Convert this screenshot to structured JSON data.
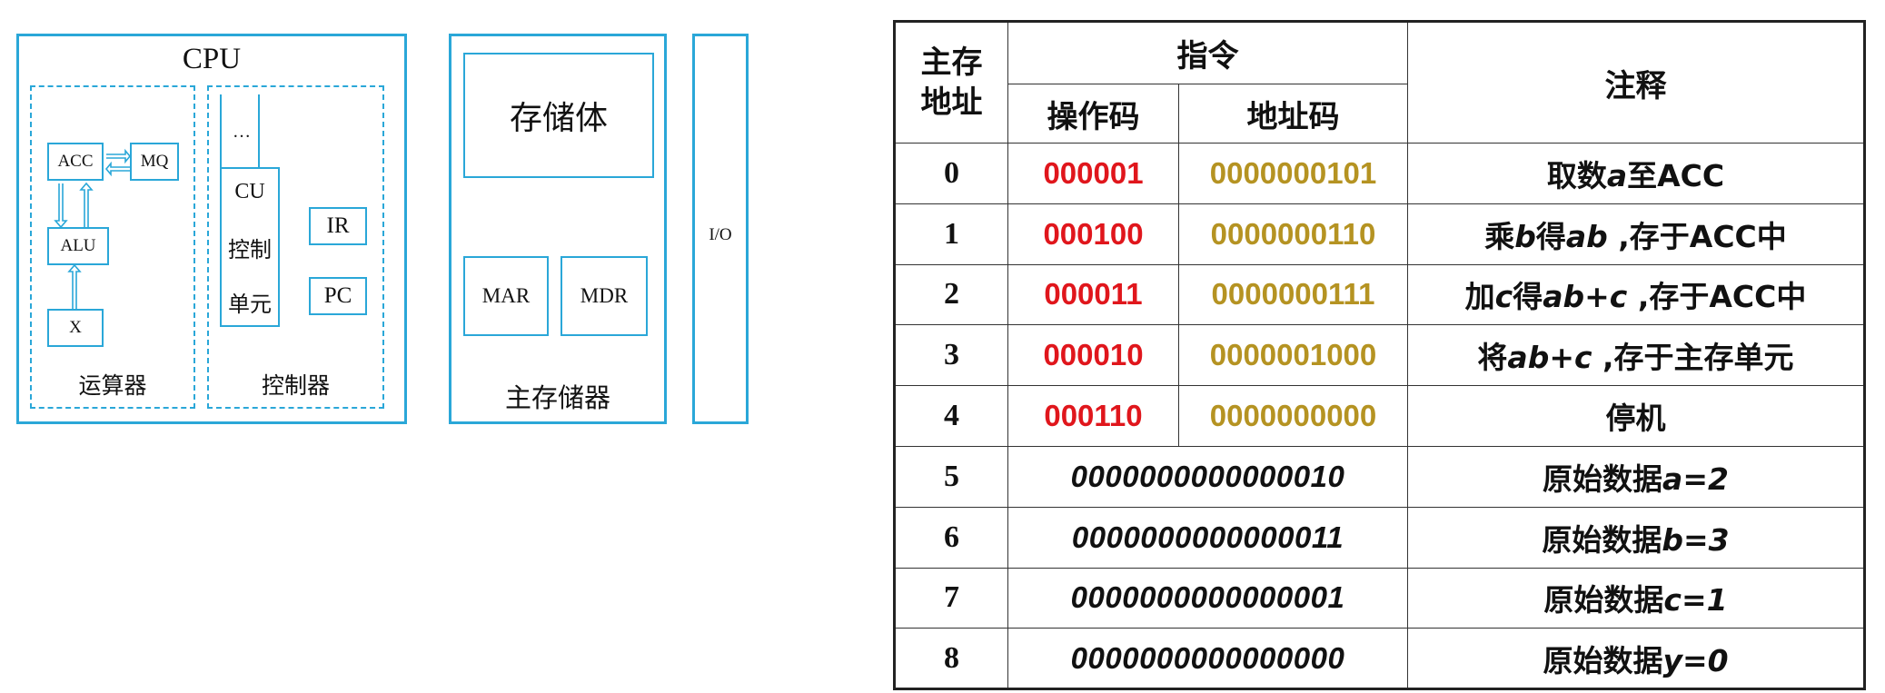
{
  "diagram": {
    "cpu_title": "CPU",
    "alu_unit_label": "运算器",
    "control_unit_label": "控制器",
    "acc": "ACC",
    "mq": "MQ",
    "alu": "ALU",
    "x": "X",
    "dots": "…",
    "cu_lines": [
      "CU",
      "控制",
      "单元"
    ],
    "ir": "IR",
    "pc": "PC",
    "memory_body": "存储体",
    "mar": "MAR",
    "mdr": "MDR",
    "main_memory_label": "主存储器",
    "io": "I/O",
    "accent_color": "#2aa7d8"
  },
  "table": {
    "headers": {
      "address": "主存\n地址",
      "instruction": "指令",
      "opcode": "操作码",
      "addrcode": "地址码",
      "note": "注释"
    },
    "colors": {
      "opcode": "#e0161c",
      "addrcode": "#b59322"
    },
    "instruction_rows": [
      {
        "addr": "0",
        "opcode": "000001",
        "addrcode": "0000000101",
        "note_pre": "取数",
        "note_var": "a",
        "note_post": "至ACC"
      },
      {
        "addr": "1",
        "opcode": "000100",
        "addrcode": "0000000110",
        "note_pre": "乘",
        "note_var": "b",
        "note_mid": "得",
        "note_var2": "ab",
        "note_post": " ,存于ACC中"
      },
      {
        "addr": "2",
        "opcode": "000011",
        "addrcode": "0000000111",
        "note_pre": "加",
        "note_var": "c",
        "note_mid": "得",
        "note_var2": "ab+c",
        "note_post": " ,存于ACC中"
      },
      {
        "addr": "3",
        "opcode": "000010",
        "addrcode": "0000001000",
        "note_pre": "将",
        "note_var": "ab+c",
        "note_post": " ,存于主存单元"
      },
      {
        "addr": "4",
        "opcode": "000110",
        "addrcode": "0000000000",
        "note_pre": "停机"
      }
    ],
    "data_rows": [
      {
        "addr": "5",
        "value": "0000000000000010",
        "note_pre": "原始数据",
        "note_var": "a=2"
      },
      {
        "addr": "6",
        "value": "0000000000000011",
        "note_pre": "原始数据",
        "note_var": "b=3"
      },
      {
        "addr": "7",
        "value": "0000000000000001",
        "note_pre": "原始数据",
        "note_var": "c=1"
      },
      {
        "addr": "8",
        "value": "0000000000000000",
        "note_pre": "原始数据",
        "note_var": "y=0"
      }
    ]
  }
}
